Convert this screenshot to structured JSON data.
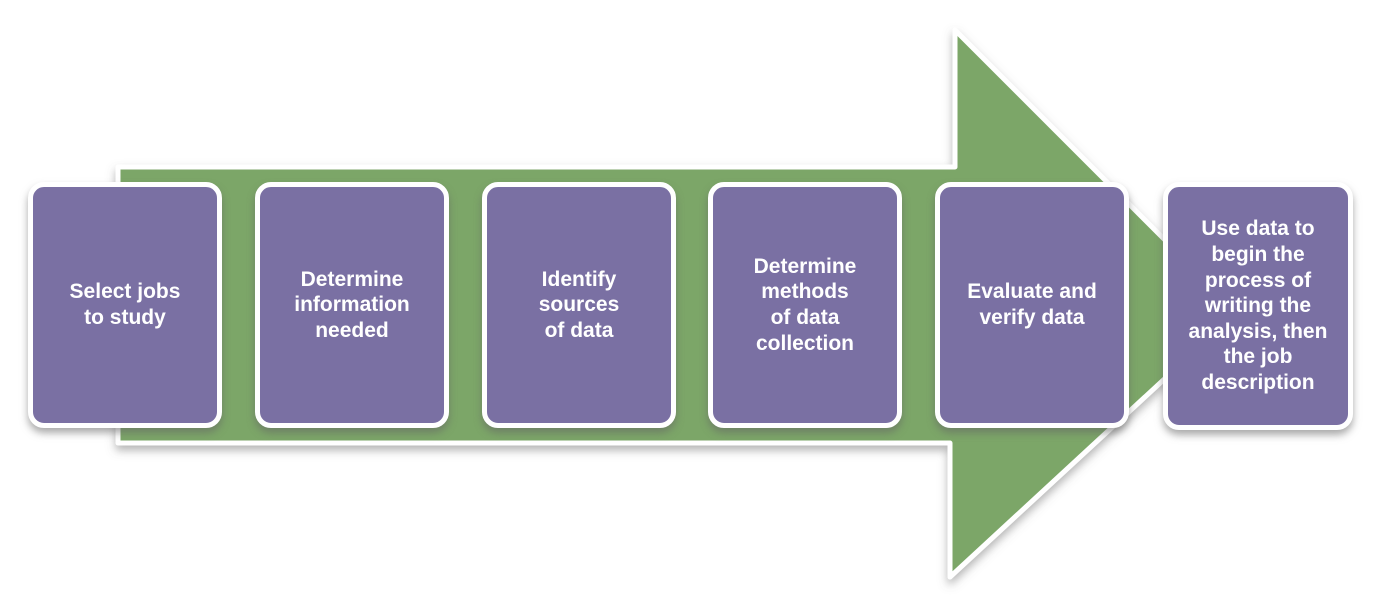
{
  "diagram": {
    "type": "process-flow-arrow",
    "steps": [
      {
        "label": "Select jobs to study"
      },
      {
        "label": "Determine information needed"
      },
      {
        "label": "Identify sources of data"
      },
      {
        "label": "Determine methods of data collection"
      },
      {
        "label": "Evaluate and verify data"
      },
      {
        "label": "Use data to begin the process of writing the analysis, then the job description"
      }
    ],
    "colors": {
      "arrow_green": "#7ba667",
      "box_purple": "#7a70a3",
      "outline_white": "#ffffff",
      "text_white": "#ffffff"
    }
  }
}
